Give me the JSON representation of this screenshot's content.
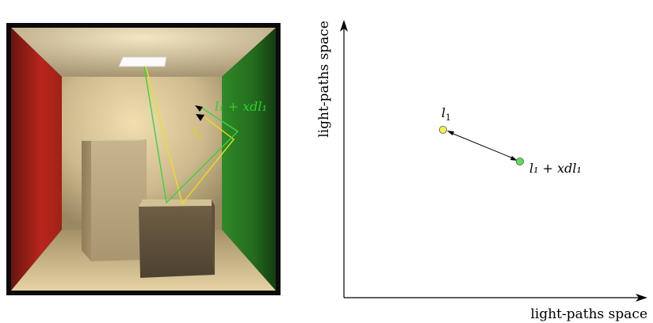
{
  "left_figure": {
    "label_l1_base": "l",
    "label_l1_sub": "1",
    "label_perturbed": "l₁ + xdl₁",
    "colors": {
      "yellow_path": "#e8e020",
      "green_path": "#3cd43c",
      "label_green": "#2fcf2f",
      "label_yellow": "#e2d41a",
      "red_wall": "#b8261c",
      "green_wall": "#2a7a24",
      "frame": "#0b0b0b"
    }
  },
  "right_figure": {
    "y_axis_label": "light-paths space",
    "x_axis_label": "light-paths space",
    "point_l1": {
      "label_base": "l",
      "label_sub": "1",
      "fill": "#f3ee52"
    },
    "point_perturbed": {
      "label": "l₁ + xdl₁",
      "fill": "#59e055"
    }
  }
}
